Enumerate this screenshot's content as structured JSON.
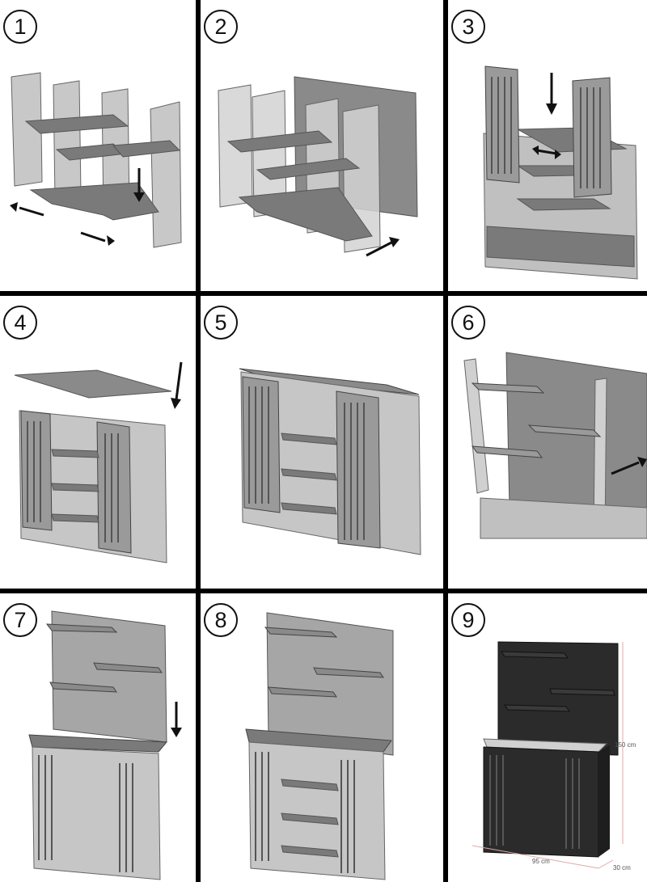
{
  "steps": [
    {
      "number": "1"
    },
    {
      "number": "2"
    },
    {
      "number": "3"
    },
    {
      "number": "4"
    },
    {
      "number": "5"
    },
    {
      "number": "6"
    },
    {
      "number": "7"
    },
    {
      "number": "8"
    },
    {
      "number": "9"
    }
  ],
  "dimensions": {
    "height": "150 cm",
    "width": "95 cm",
    "depth": "30 cm",
    "line_color": "#e0a9a9"
  },
  "colors": {
    "panel_fill": "#c8c8c8",
    "panel_dark": "#7a7a7a",
    "final_black": "#2b2b2b",
    "arrow": "#111111"
  }
}
